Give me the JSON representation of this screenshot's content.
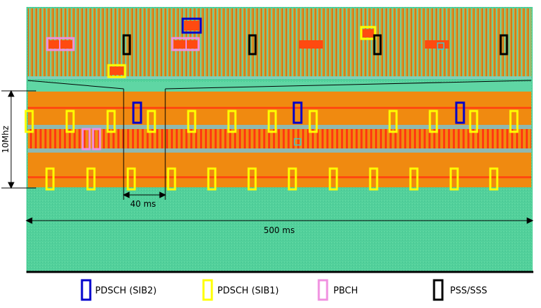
{
  "dimensions": {
    "bandwidth_label": "10Mhz",
    "zoom_label": "40 ms",
    "total_label": "500 ms"
  },
  "legend": [
    {
      "label": "PDSCH (SIB2)",
      "color": "#0000cc"
    },
    {
      "label": "PDSCH (SIB1)",
      "color": "#ffff00"
    },
    {
      "label": "PBCH",
      "color": "#f090e0"
    },
    {
      "label": "PSS/SSS",
      "color": "#000000"
    }
  ],
  "colors": {
    "background": "#4fd49a",
    "band": "#f08a10",
    "burst": "#ff4a10",
    "separator": "#8fb8b0",
    "marker_cyan": "#40c8c8"
  }
}
